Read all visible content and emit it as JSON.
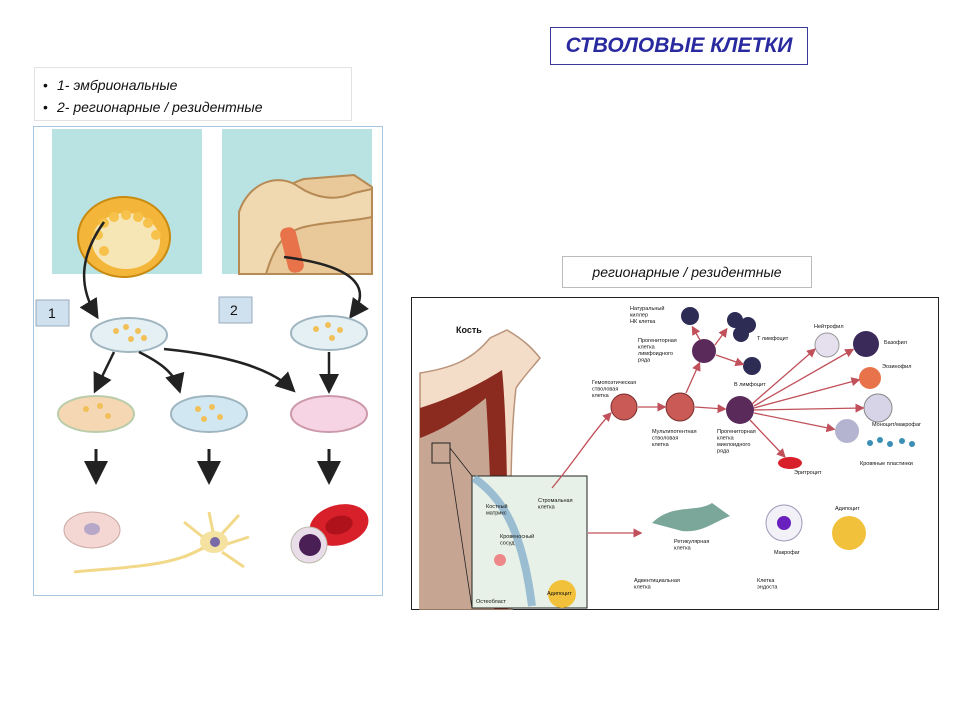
{
  "title": "СТВОЛОВЫЕ КЛЕТКИ",
  "bullets": [
    "1- эмбриональные",
    "2- регионарные / резидентные"
  ],
  "left_panel": {
    "badge_1": "1",
    "badge_2": "2"
  },
  "right_label": "регионарные / резидентные",
  "right_panel": {
    "bone": "Кость",
    "nk_killer": "Натуральный\nкиллер\nНК клетка",
    "t_lymph": "Т лимфоцит",
    "b_lymph": "В лимфоцит",
    "lymph_progenitor": "Прогениторная\nклетка\nлимфоидного\nряда",
    "hsc": "Гемопоэтическая\nстволовая\nклетка",
    "multipotent": "Мультипотентная\nстволовая\nклетка",
    "myeloid_progenitor": "Прогениторная\nклетка\nмиелоидного\nряда",
    "neutrophil": "Нейтрофил",
    "basophil": "Базофил",
    "eosinophil": "Эозинофил",
    "monocyte": "Моноцит/макрофаг",
    "platelets": "Кровяные пластинки",
    "erythrocyte": "Эритроцит",
    "bone_matrix": "Костный\nматрикс",
    "stromal": "Стромальная\nклетка",
    "vessel": "Кровеносный\nсосуд",
    "osteoblast": "Остеобласт",
    "adipocyte_inset": "Адипоцит",
    "reticular": "Ретикулярная\nклетка",
    "macrophage": "Макрофаг",
    "adipocyte": "Адипоцит",
    "adventitial": "Адвентициальная\nклетка",
    "endost": "Клетка\nэндоста"
  }
}
